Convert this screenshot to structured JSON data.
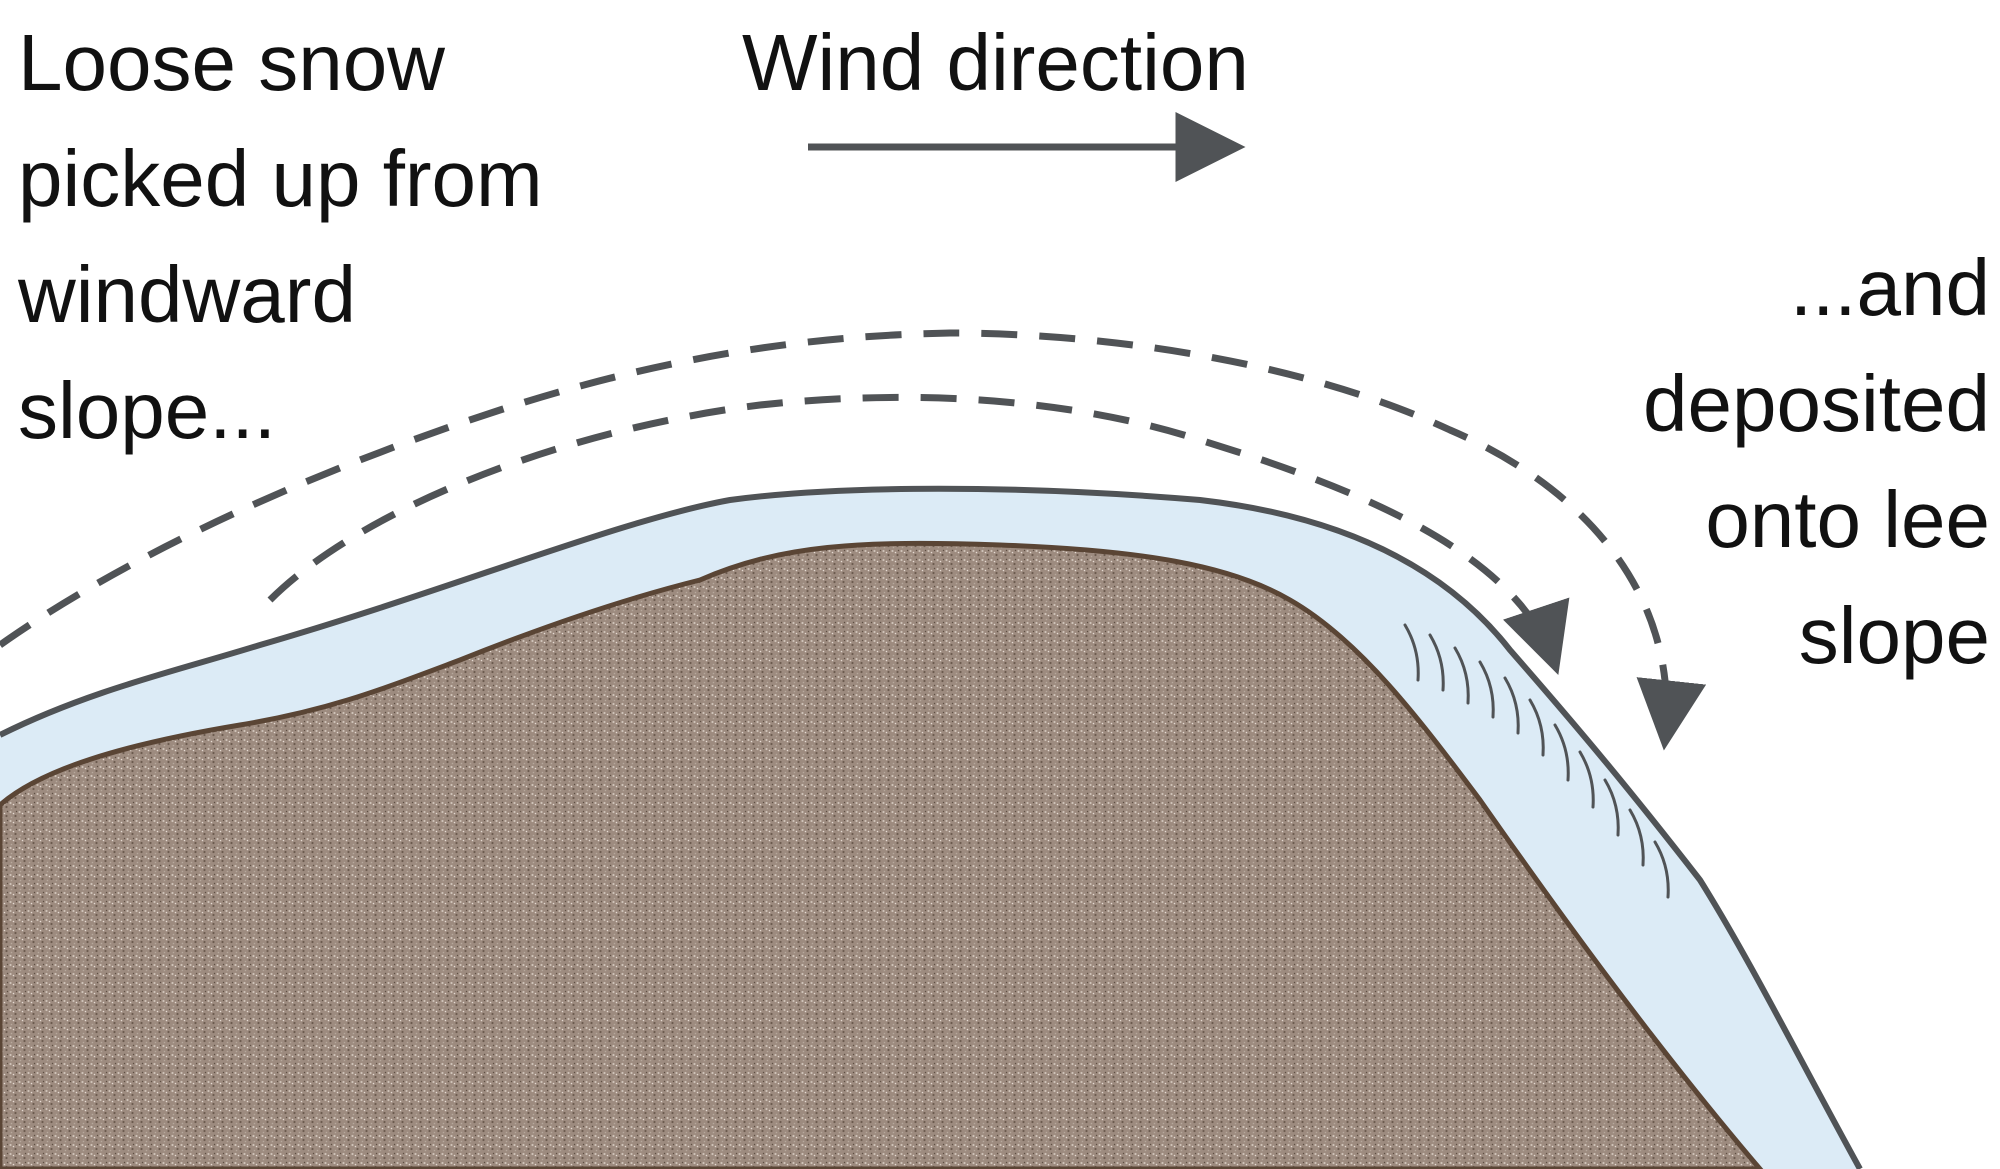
{
  "diagram": {
    "wind_label": "Wind direction",
    "windward_text": [
      "Loose snow",
      "picked up from",
      "windward",
      "slope..."
    ],
    "lee_text": [
      "...and",
      "deposited",
      "onto lee",
      "slope"
    ],
    "colors": {
      "ground": "#9d8b7f",
      "ground_outline": "#5a4535",
      "snow": "#dcebf6",
      "snow_outline": "#505356",
      "arrows": "#505356",
      "text": "#111111"
    }
  }
}
